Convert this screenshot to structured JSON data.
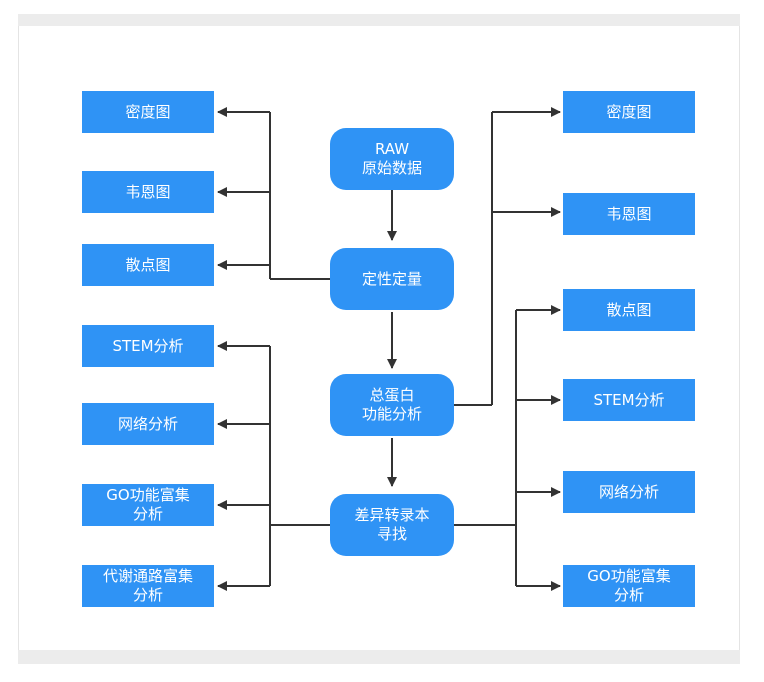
{
  "diagram": {
    "center": {
      "raw": [
        "RAW",
        "原始数据"
      ],
      "qual_quant": [
        "定性定量"
      ],
      "total_protein": [
        "总蛋白",
        "功能分析"
      ],
      "diff_transcript": [
        "差异转录本",
        "寻找"
      ]
    },
    "left_top": {
      "density": "密度图",
      "venn": "韦恩图",
      "scatter": "散点图"
    },
    "left_bottom": {
      "stem": "STEM分析",
      "network": "网络分析",
      "go_enrich": [
        "GO功能富集",
        "分析"
      ],
      "pathway_enrich": [
        "代谢通路富集",
        "分析"
      ]
    },
    "right_top": {
      "density": "密度图",
      "venn": "韦恩图"
    },
    "right_bottom": {
      "scatter": "散点图",
      "stem": "STEM分析",
      "network": "网络分析",
      "go_enrich": [
        "GO功能富集",
        "分析"
      ]
    },
    "colors": {
      "node_fill": "#2f93f5",
      "node_text": "#ffffff",
      "connector": "#333333",
      "frame_band": "#ececec"
    }
  }
}
